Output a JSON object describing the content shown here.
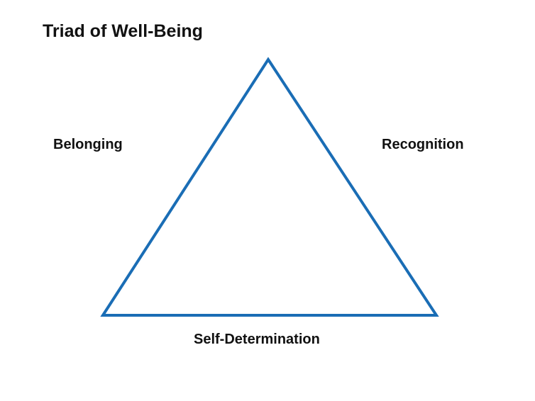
{
  "title": "Triad of Well-Being",
  "labels": {
    "left": "Belonging",
    "right": "Recognition",
    "bottom": "Self-Determination"
  },
  "colors": {
    "triangle": "#1a6db5",
    "text": "#111111"
  }
}
